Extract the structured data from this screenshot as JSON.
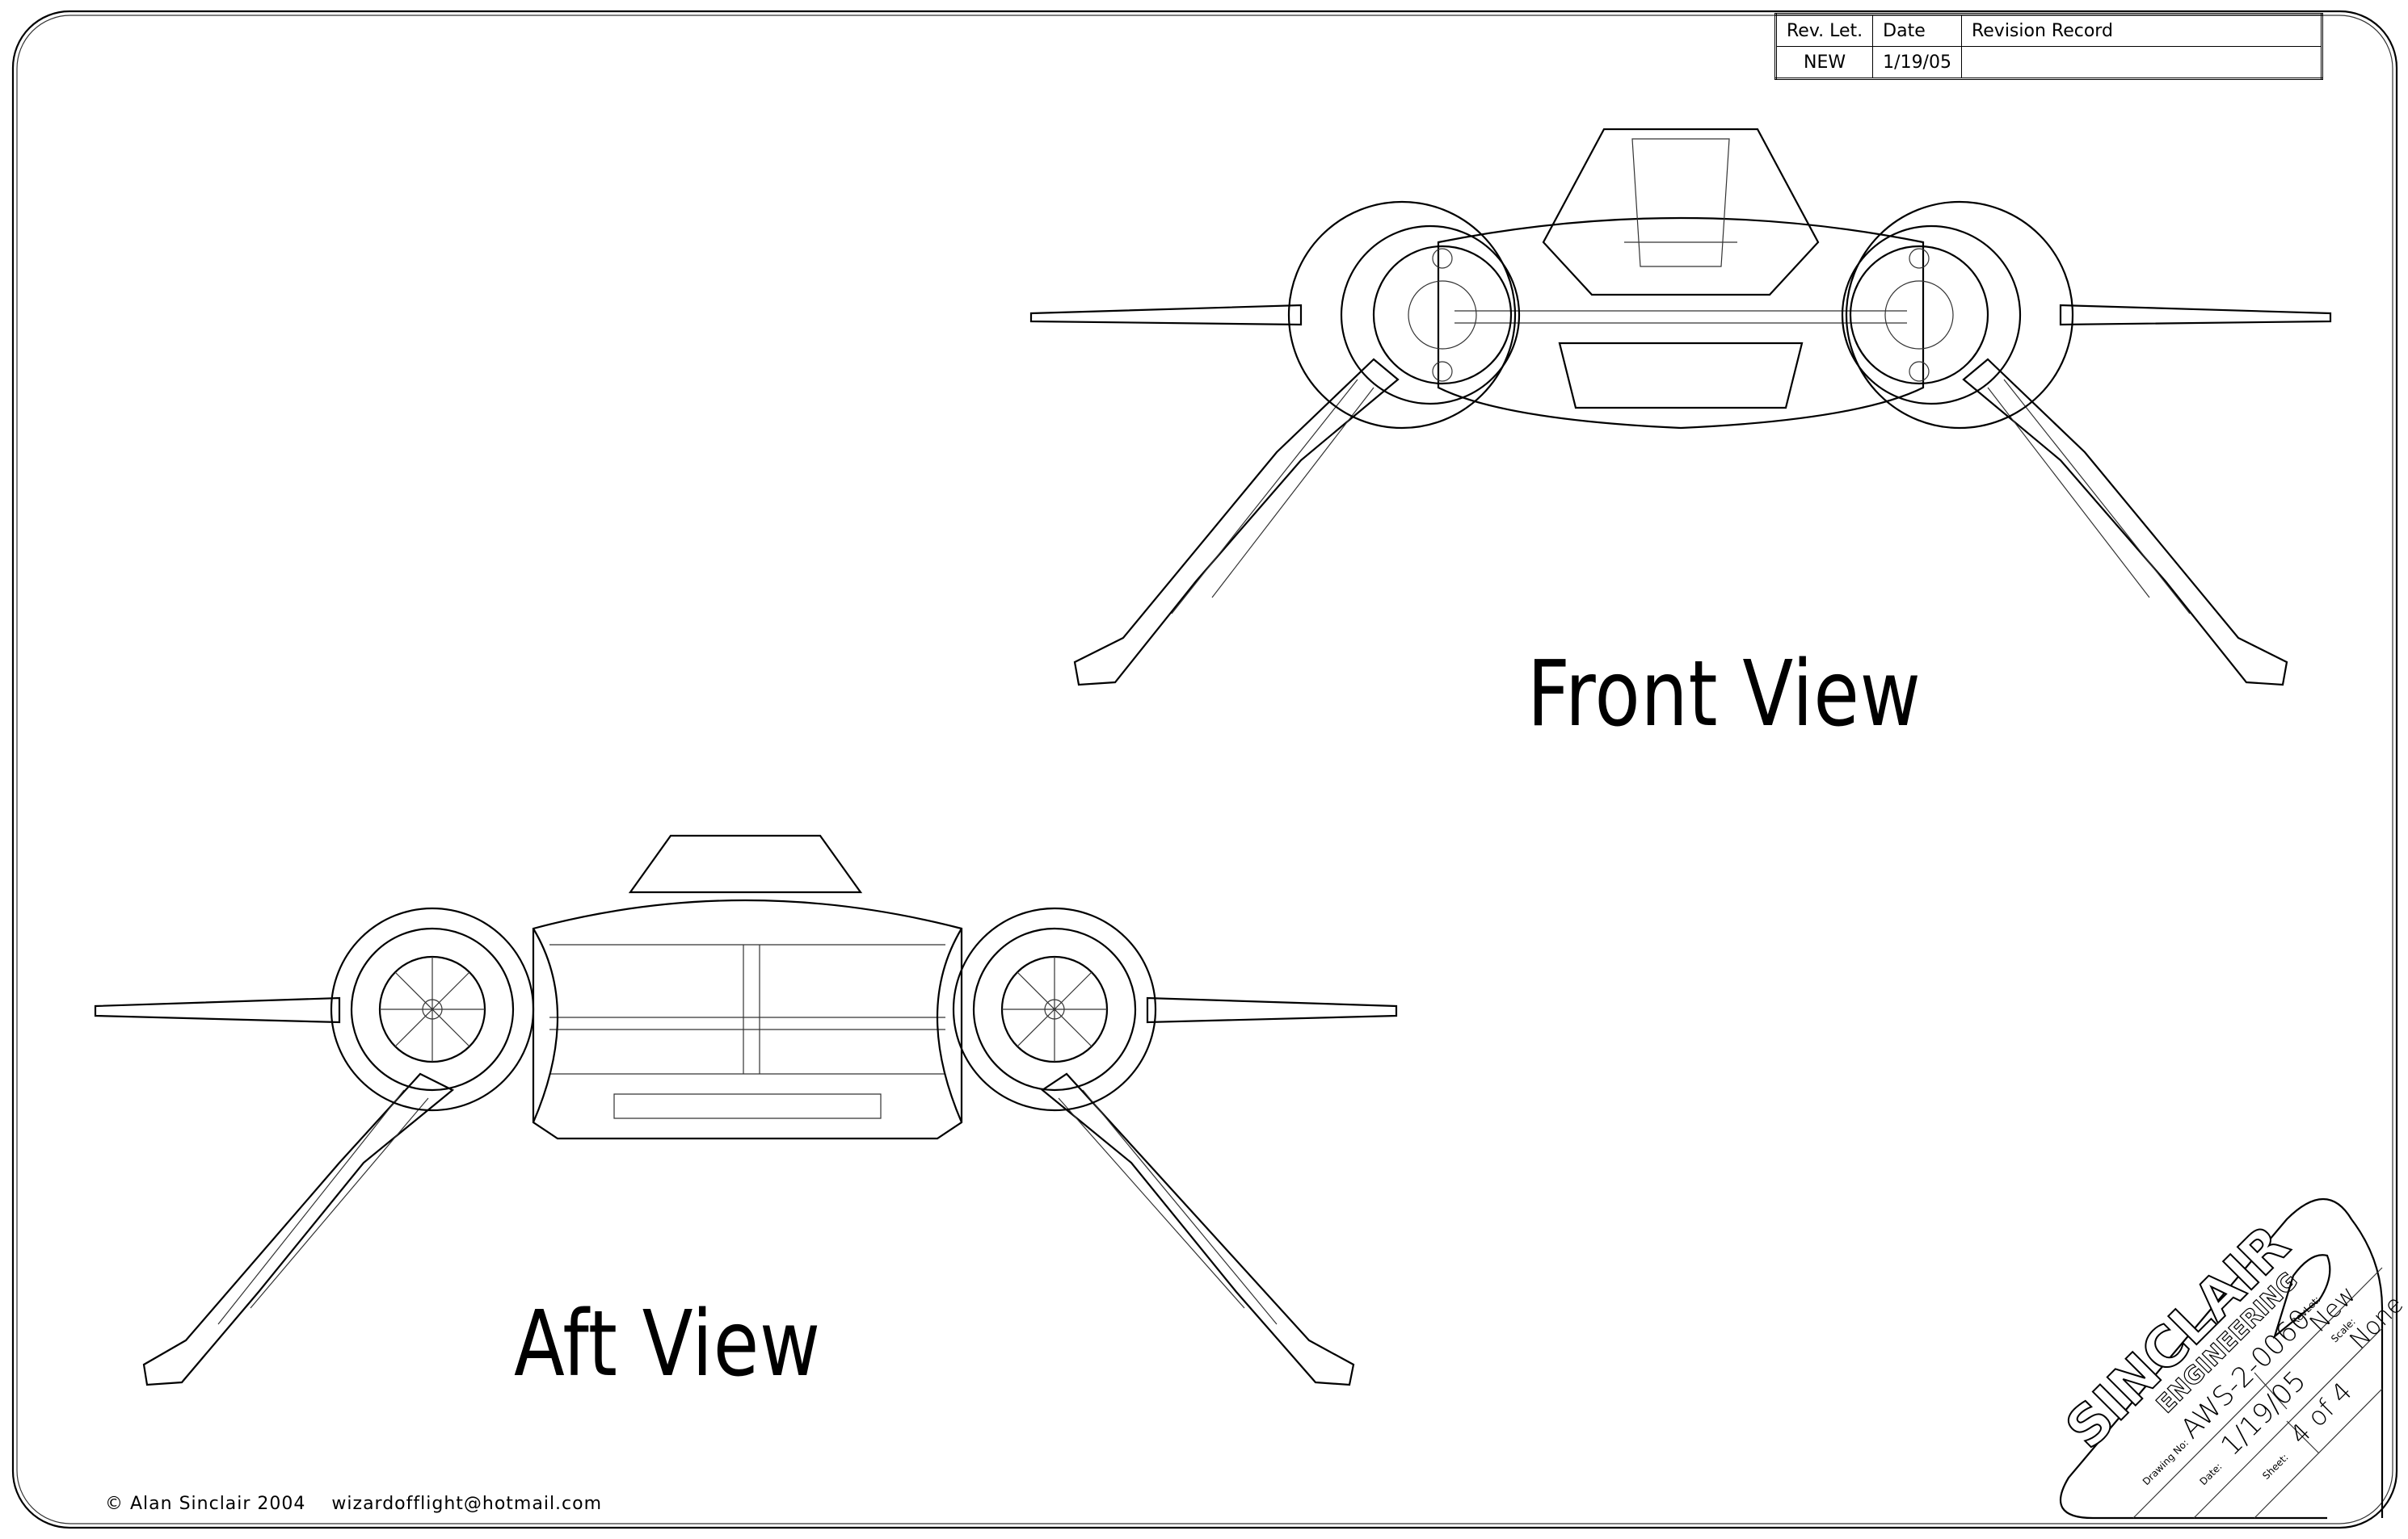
{
  "revision_table": {
    "headers": [
      "Rev. Let.",
      "Date",
      "Revision Record"
    ],
    "rows": [
      [
        "NEW",
        "1/19/05",
        ""
      ]
    ]
  },
  "views": {
    "front_title": "Front View",
    "aft_title": "Aft View"
  },
  "title_block": {
    "company": "SINCLAIR",
    "division": "ENGINEERING",
    "drawing_no_label": "Drawing No:",
    "drawing_no": "AWS-2-0060",
    "date_label": "Date:",
    "date": "1/19/05",
    "sheet_label": "Sheet:",
    "sheet": "4 of 4",
    "revlet_label": "RevLet:",
    "revlet": "New",
    "scale_label": "Scale:",
    "scale": "None"
  },
  "footer": {
    "copyright": "© Alan Sinclair 2004",
    "email": "wizardofflight@hotmail.com"
  }
}
